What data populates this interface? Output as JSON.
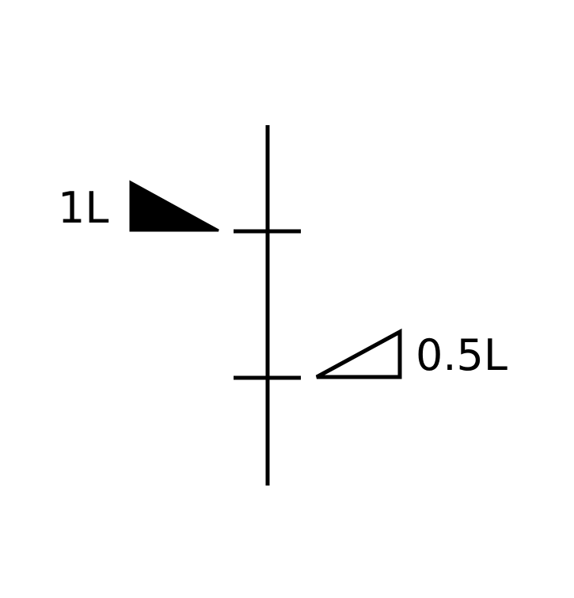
{
  "colors": {
    "stroke": "#000000",
    "filled_marker": "#000000",
    "open_marker_fill": "#ffffff",
    "background": "#ffffff"
  },
  "markers": [
    {
      "label": "1L",
      "style": "filled-triangle",
      "side": "left"
    },
    {
      "label": "0.5L",
      "style": "open-triangle",
      "side": "right"
    }
  ]
}
